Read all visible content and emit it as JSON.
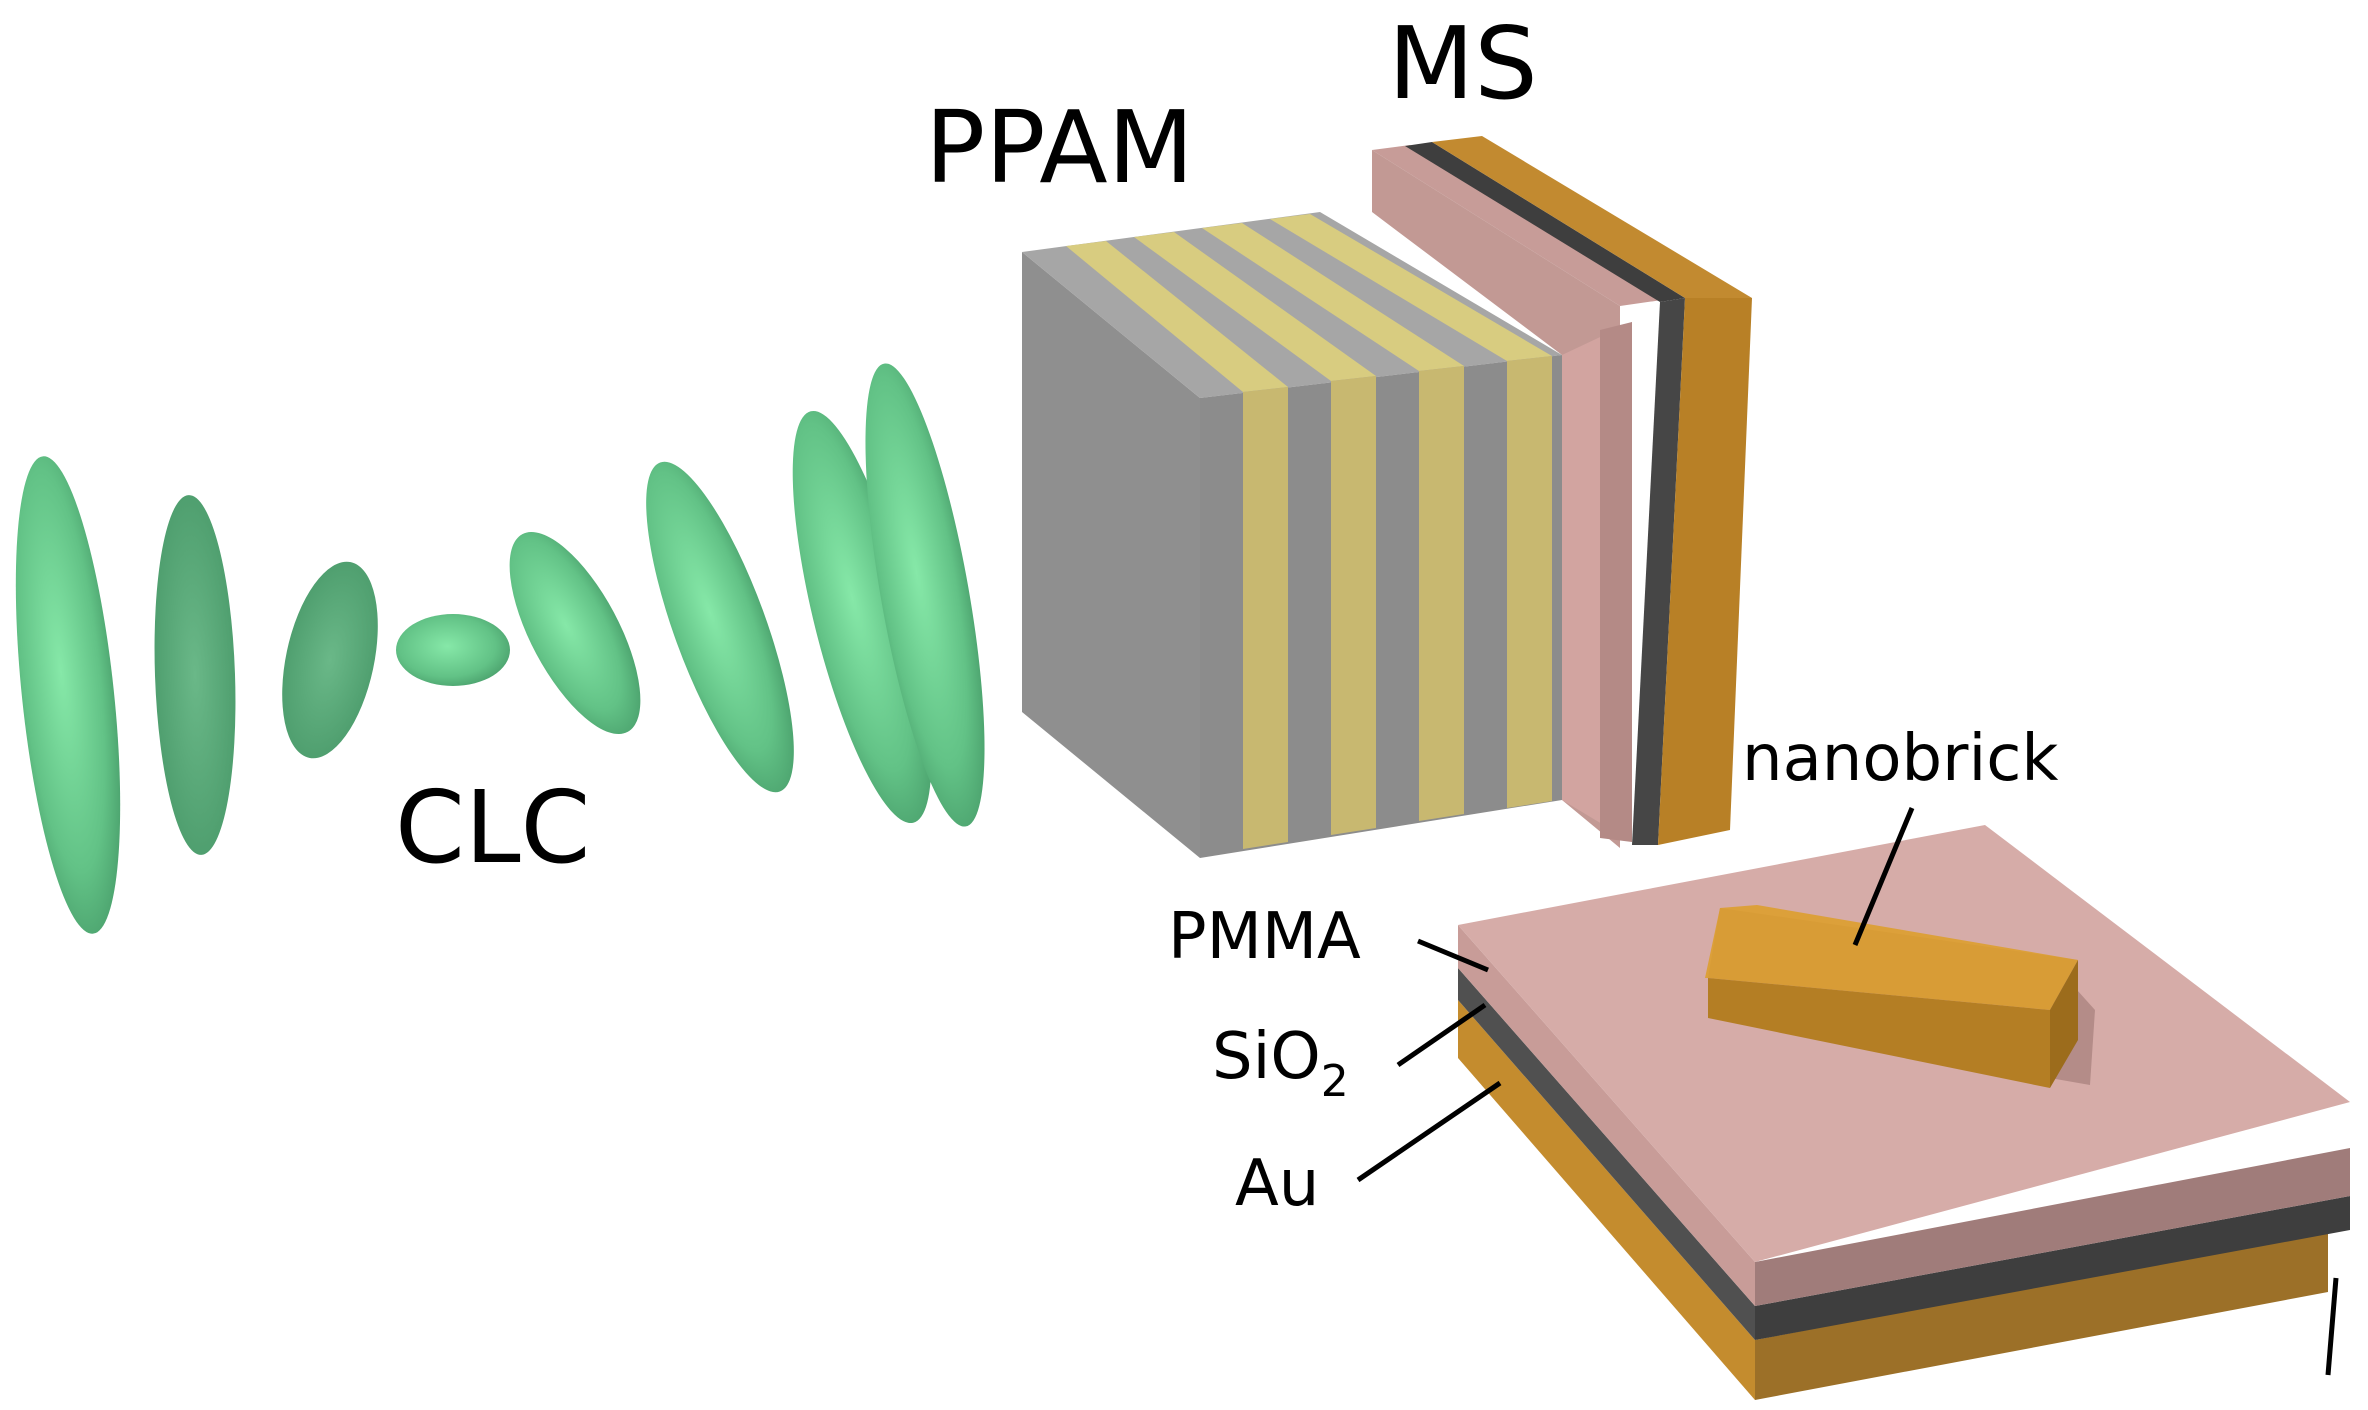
{
  "labels": {
    "ppam": "PPAM",
    "ms": "MS",
    "clc": "CLC",
    "nanobrick": "nanobrick",
    "pmma": "PMMA",
    "sio2_base": "SiO",
    "sio2_sub": "2",
    "au": "Au"
  },
  "colors": {
    "molecule": "#6ed496",
    "gray_layer": "#9a9a9a",
    "yellow_layer": "#d4c878",
    "pink_pmma": "#d8a8a4",
    "dark_sio2": "#4a4a4a",
    "gold_au": "#c8902e",
    "nanobrick": "#d89a34"
  }
}
